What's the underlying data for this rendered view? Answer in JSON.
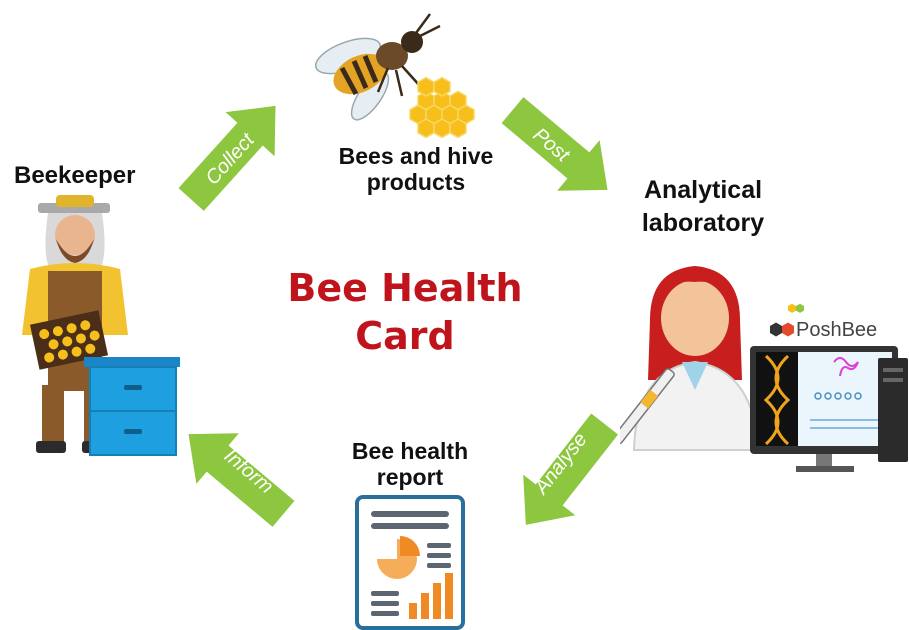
{
  "title": {
    "line1": "Bee Health",
    "line2": "Card"
  },
  "nodes": {
    "beekeeper": "Beekeeper",
    "bees": {
      "line1": "Bees and hive",
      "line2": "products"
    },
    "lab": {
      "line1": "Analytical",
      "line2": "laboratory"
    },
    "report": {
      "line1": "Bee health",
      "line2": "report"
    }
  },
  "arrows": {
    "collect": "Collect",
    "post": "Post",
    "analyse": "Analyse",
    "inform": "Inform"
  },
  "logo": {
    "text": "PoshBee"
  },
  "colors": {
    "arrow": "#8dc63f",
    "title": "#c0141c",
    "hive": "#1e9fe0",
    "report_frame": "#2a6f9b",
    "chart_orange": "#f08a24"
  }
}
